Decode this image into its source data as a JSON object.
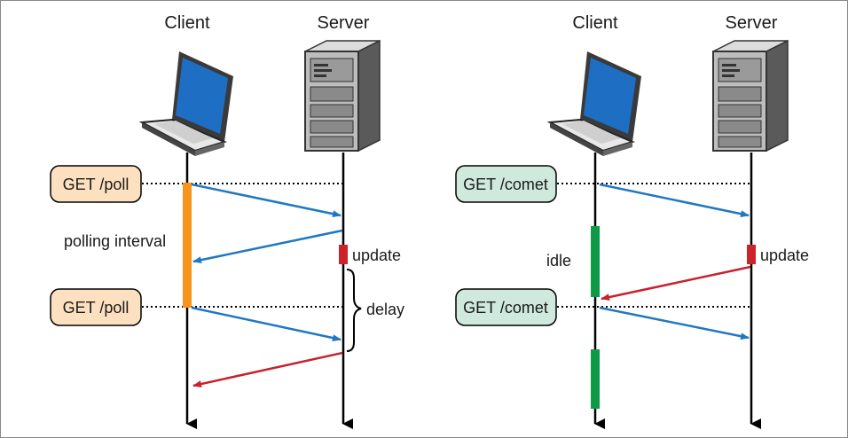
{
  "left": {
    "client_label": "Client",
    "server_label": "Server",
    "request_1": "GET /poll",
    "request_2": "GET /poll",
    "interval_label": "polling interval",
    "update_label": "update",
    "delay_label": "delay"
  },
  "right": {
    "client_label": "Client",
    "server_label": "Server",
    "request_1": "GET /comet",
    "request_2": "GET /comet",
    "idle_label": "idle",
    "update_label": "update"
  },
  "colors": {
    "request_arrow": "#1f78c1",
    "response_arrow": "#c8222c",
    "poll_pill_fill": "#fde0c0",
    "comet_pill_fill": "#cfe9dc",
    "polling_bar": "#f7941d",
    "idle_bar": "#0f9a48",
    "update_marker": "#cc2229"
  },
  "icons": {
    "client": "laptop-icon",
    "server": "server-tower-icon"
  }
}
